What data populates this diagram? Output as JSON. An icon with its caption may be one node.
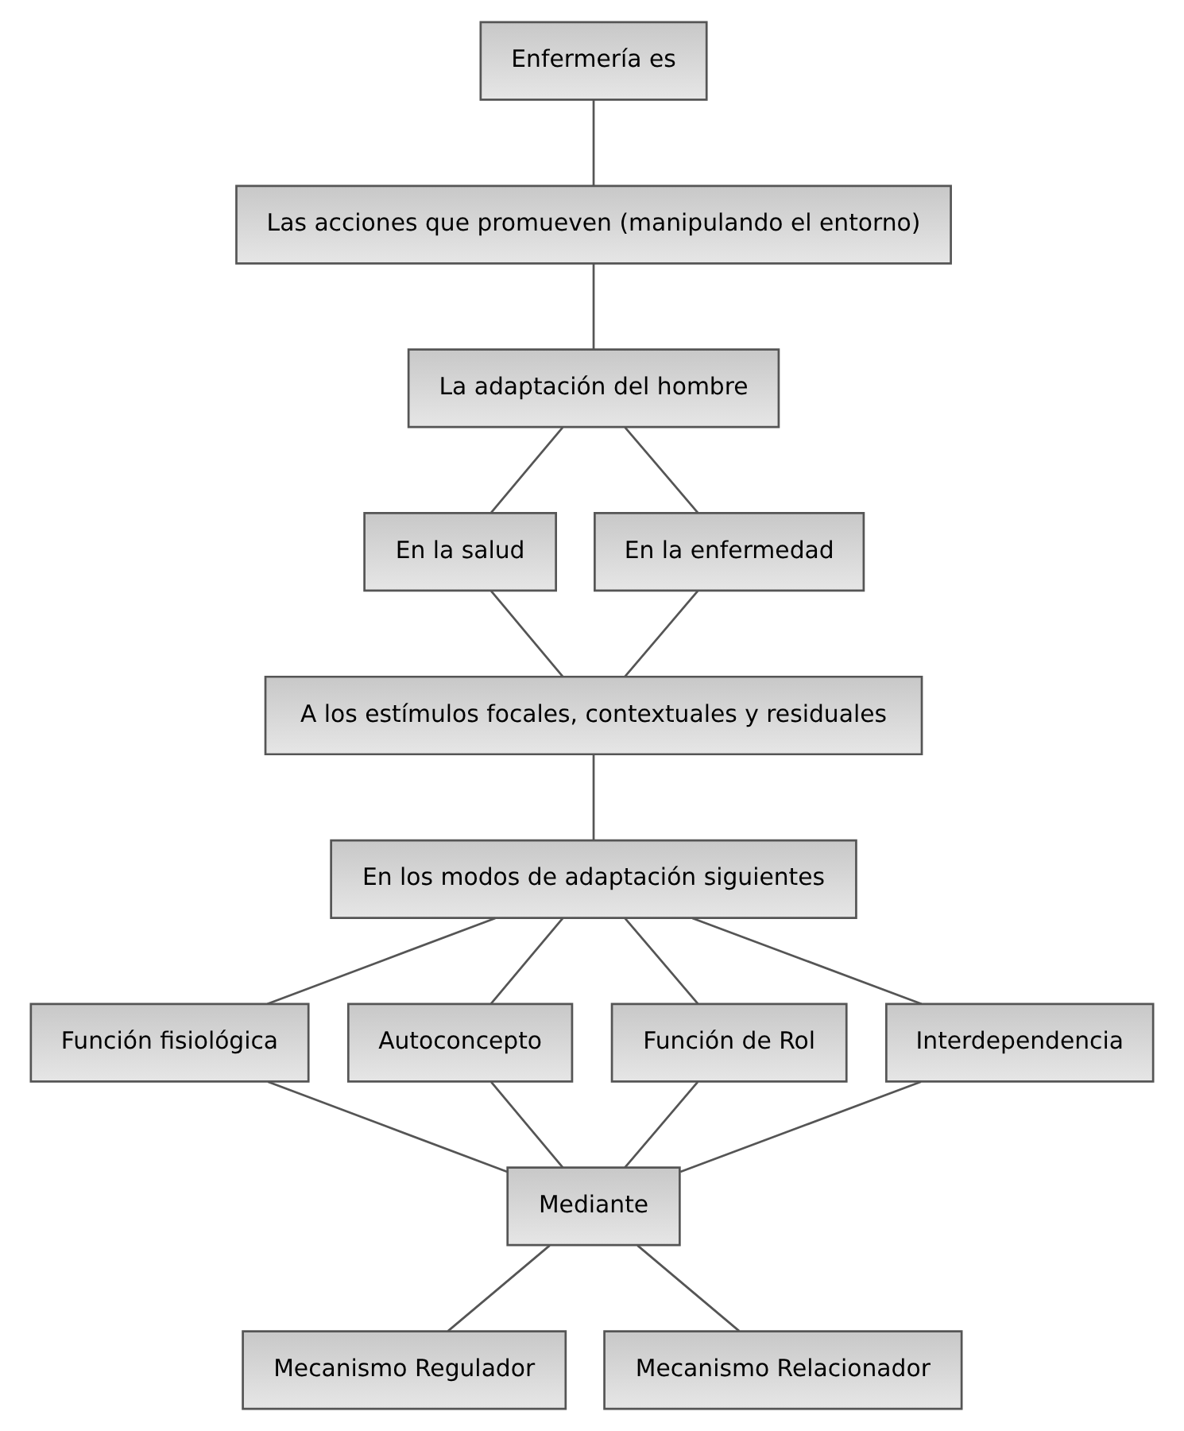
{
  "diagram": {
    "nodes": [
      {
        "text": [
          "Enfermería es"
        ]
      },
      {
        "text": [
          "Las acciones que promueven (manipulando el entorno)"
        ]
      },
      {
        "text": [
          "La adaptación del hombre"
        ]
      },
      {
        "text": [
          "En la salud"
        ]
      },
      {
        "text": [
          "En la enfermedad"
        ]
      },
      {
        "text": [
          "A los estímulos focales, contextuales y residuales"
        ]
      },
      {
        "text": [
          "En los modos de adaptación siguientes"
        ]
      },
      {
        "text": [
          "Función fisiológica"
        ]
      },
      {
        "text": [
          "Autoconcepto"
        ]
      },
      {
        "text": [
          "Función de Rol"
        ]
      },
      {
        "text": [
          "Interdependencia"
        ]
      },
      {
        "text": [
          "Mediante"
        ]
      },
      {
        "text": [
          "Mecanismo Regulador"
        ]
      },
      {
        "text": [
          "Mecanismo Relacionador"
        ]
      }
    ],
    "edges": [
      {
        "from": 0,
        "to": 1,
        "arrow": "none"
      },
      {
        "from": 1,
        "to": 2,
        "arrow": "none"
      },
      {
        "from": 2,
        "to": 3,
        "arrow": "none"
      },
      {
        "from": 2,
        "to": 4,
        "arrow": "none"
      },
      {
        "from": 3,
        "to": 5,
        "arrow": "none"
      },
      {
        "from": 4,
        "to": 5,
        "arrow": "none"
      },
      {
        "from": 5,
        "to": 6,
        "arrow": "none"
      },
      {
        "from": 6,
        "to": 7,
        "arrow": "none"
      },
      {
        "from": 6,
        "to": 8,
        "arrow": "none"
      },
      {
        "from": 6,
        "to": 9,
        "arrow": "none"
      },
      {
        "from": 6,
        "to": 10,
        "arrow": "none"
      },
      {
        "from": 7,
        "to": 11,
        "arrow": "none"
      },
      {
        "from": 8,
        "to": 11,
        "arrow": "none"
      },
      {
        "from": 9,
        "to": 11,
        "arrow": "none"
      },
      {
        "from": 10,
        "to": 11,
        "arrow": "none"
      },
      {
        "from": 11,
        "to": 12,
        "arrow": "none"
      },
      {
        "from": 11,
        "to": 13,
        "arrow": "none"
      }
    ]
  }
}
